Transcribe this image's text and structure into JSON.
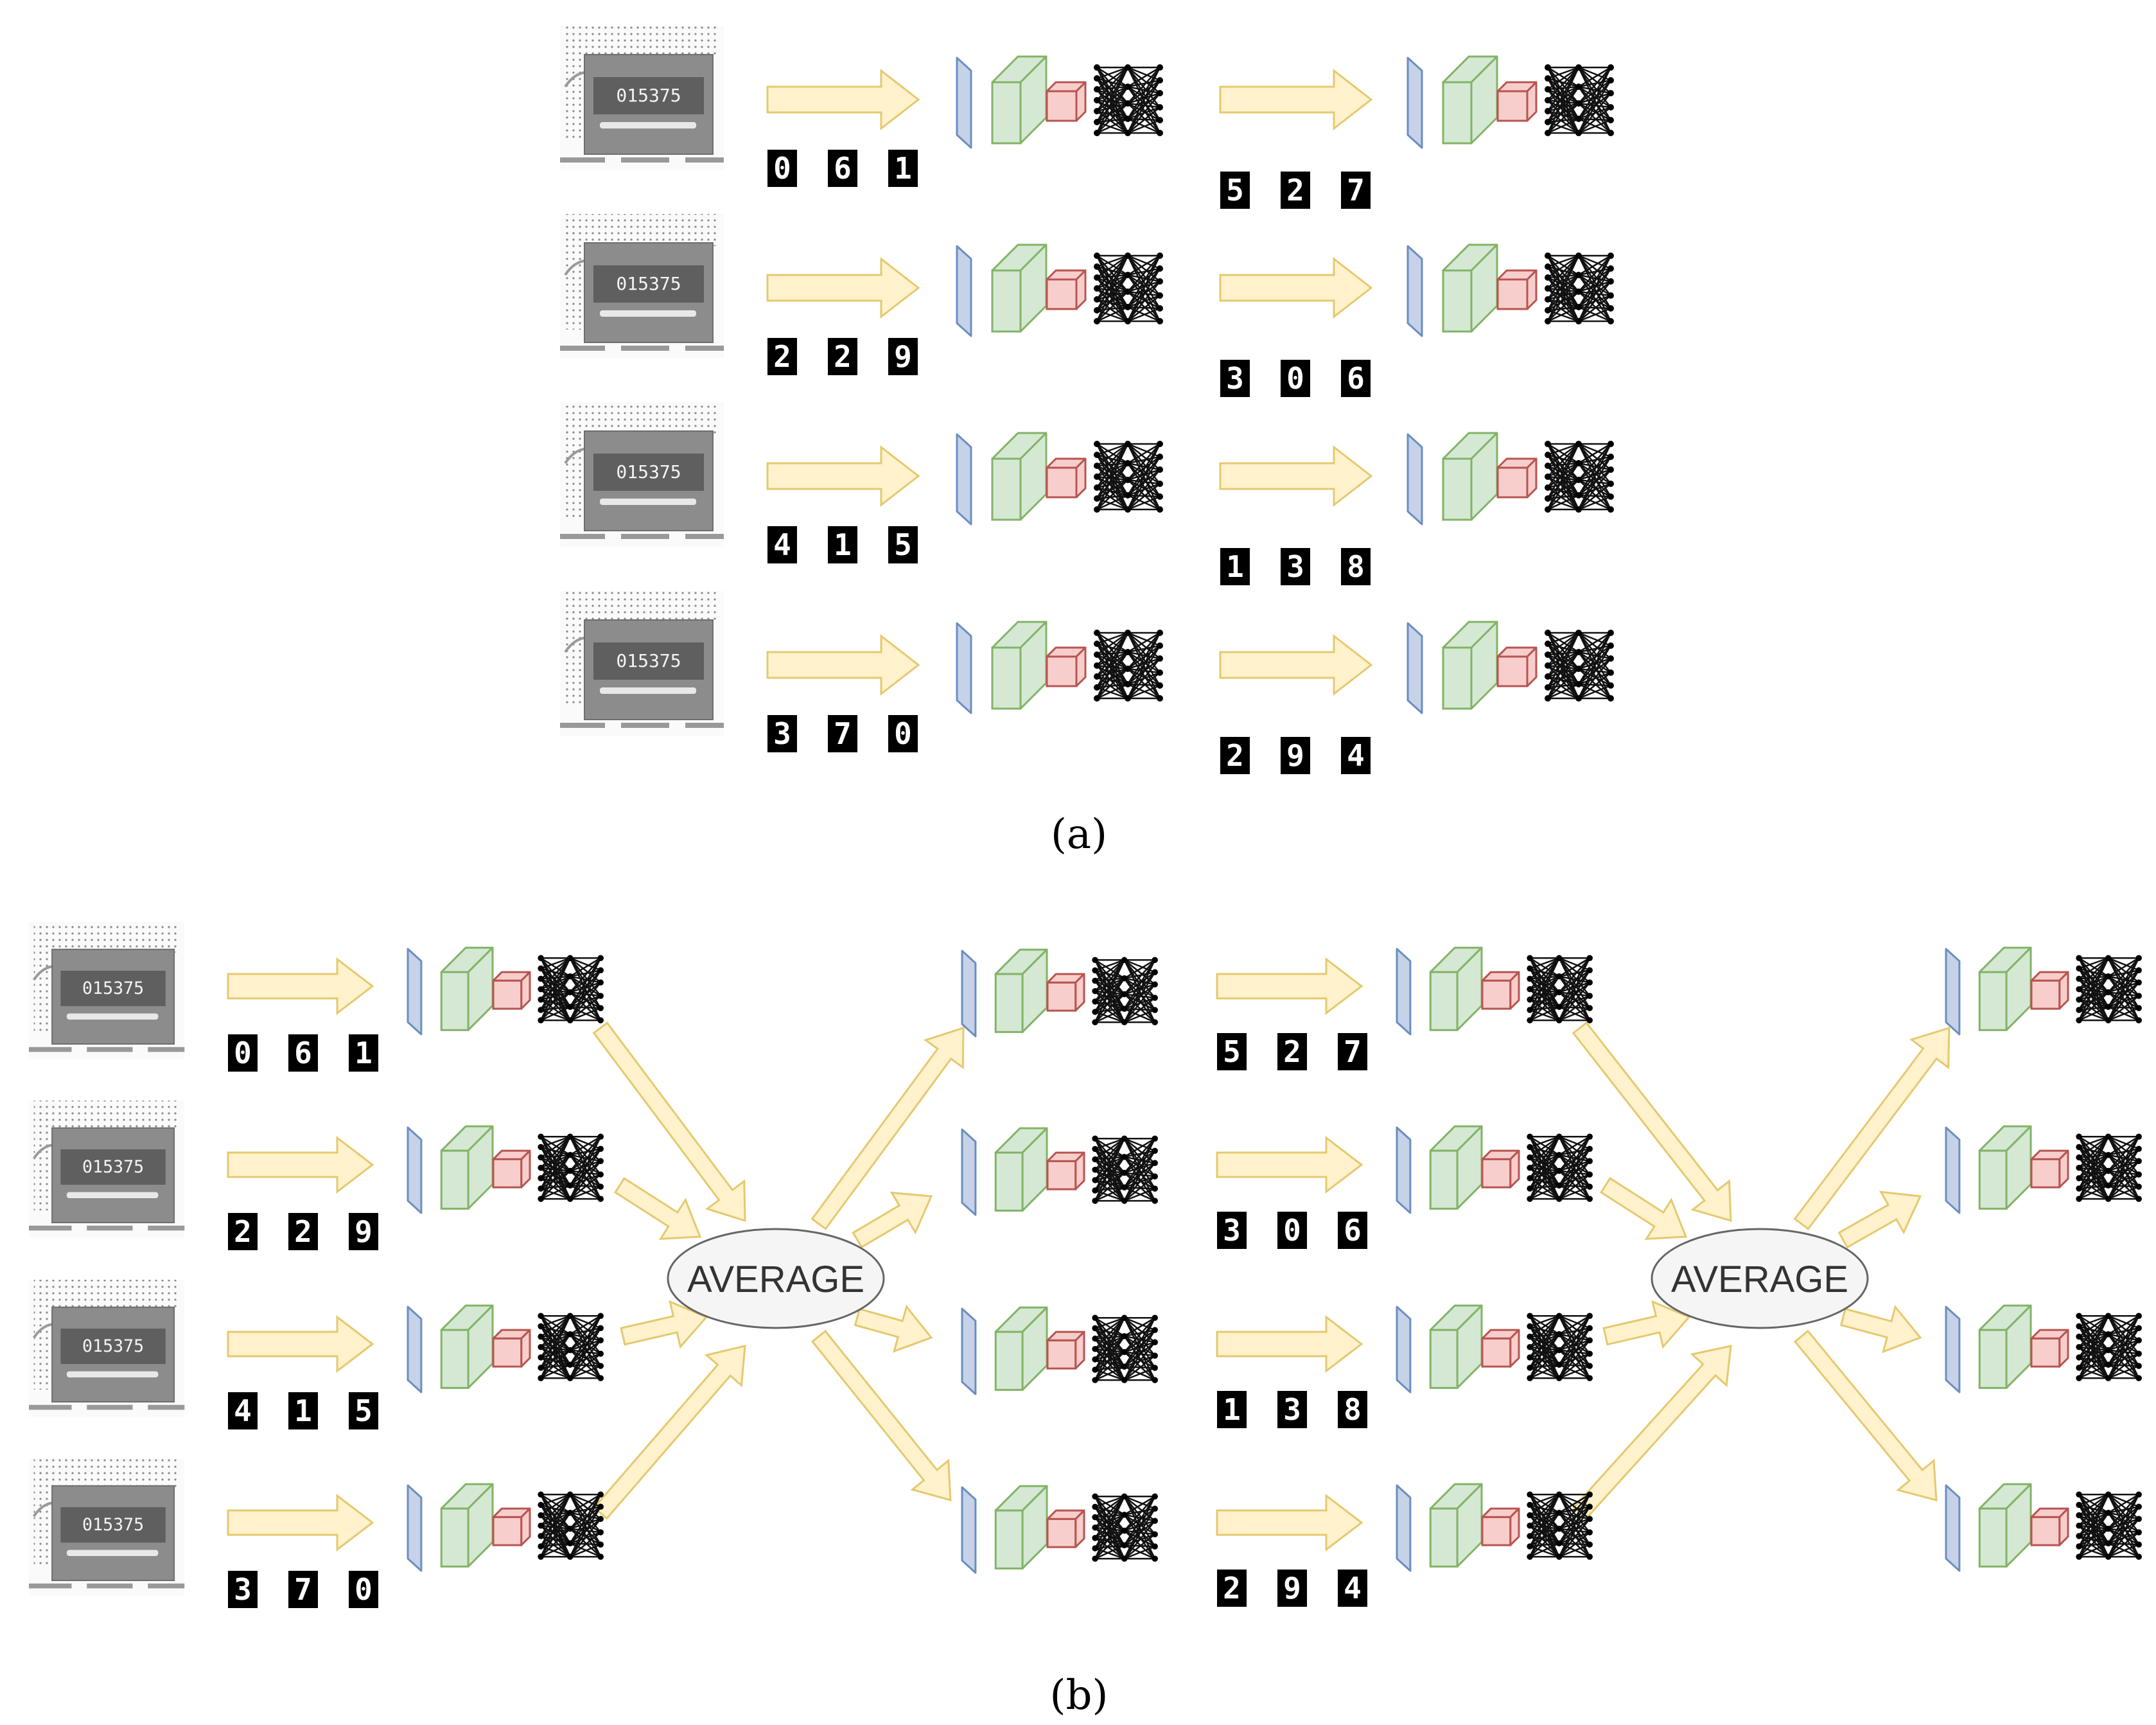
{
  "caption_a": "(a)",
  "caption_b": "(b)",
  "average_label": "AVERAGE",
  "meter_reading": "015375",
  "digits": [
    [
      "0",
      "6",
      "1",
      "5",
      "2",
      "7"
    ],
    [
      "2",
      "2",
      "9",
      "3",
      "0",
      "6"
    ],
    [
      "4",
      "1",
      "5",
      "1",
      "3",
      "8"
    ],
    [
      "3",
      "7",
      "0",
      "2",
      "9",
      "4"
    ]
  ],
  "colors": {
    "arrow_fill": "#fff2cc",
    "arrow_stroke": "#e5c96f",
    "layer_blue": "#c5d2e8",
    "layer_blue_stroke": "#6c8ebf",
    "layer_green": "#d5e8d4",
    "layer_green_stroke": "#82b366",
    "layer_red": "#f8cecc",
    "layer_red_stroke": "#b85450",
    "ellipse_fill": "#f5f5f5",
    "ellipse_stroke": "#666666"
  }
}
